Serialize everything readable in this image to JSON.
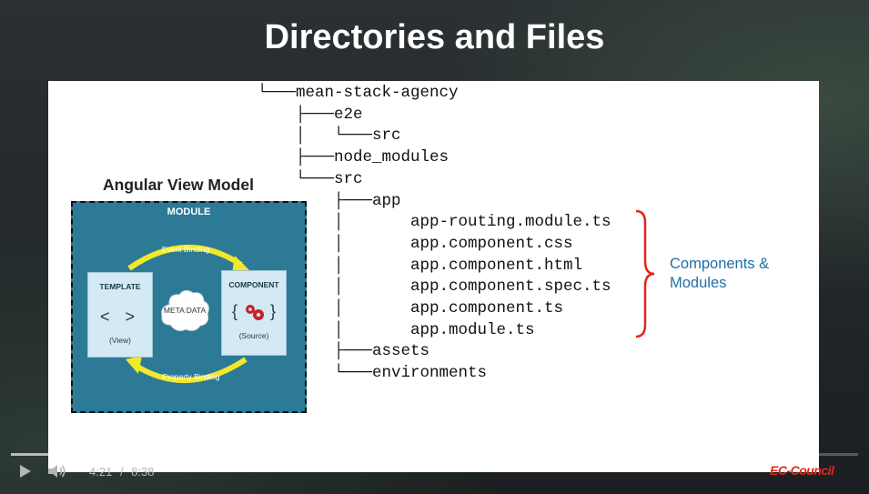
{
  "slide": {
    "title": "Directories and Files",
    "tree_text": "└───mean-stack-agency\n    ├───e2e\n    │   └───src\n    ├───node_modules\n    └───src\n        ├───app\n        │       app-routing.module.ts\n        │       app.component.css\n        │       app.component.html\n        │       app.component.spec.ts\n        │       app.component.ts\n        │       app.module.ts\n        ├───assets\n        └───environments",
    "brace_label": "Components & Modules",
    "brace_color": "#e0251b"
  },
  "diagram": {
    "title": "Angular View Model",
    "module_label": "MODULE",
    "event_binding": "Event Binding",
    "property_binding": "Property Binding",
    "template": {
      "heading": "TEMPLATE",
      "symbol": "< >",
      "sub": "(View)"
    },
    "component": {
      "heading": "COMPONENT",
      "symbol_left": "{",
      "symbol_right": "}",
      "sub": "(Source)"
    },
    "meta": "META DATA",
    "module_color": "#2c7a96",
    "arrow_color": "#f2e829"
  },
  "player": {
    "current_time": "4:21",
    "separator": "/",
    "duration": "8:38",
    "progress": 0.503,
    "brand": "EC-Council"
  }
}
